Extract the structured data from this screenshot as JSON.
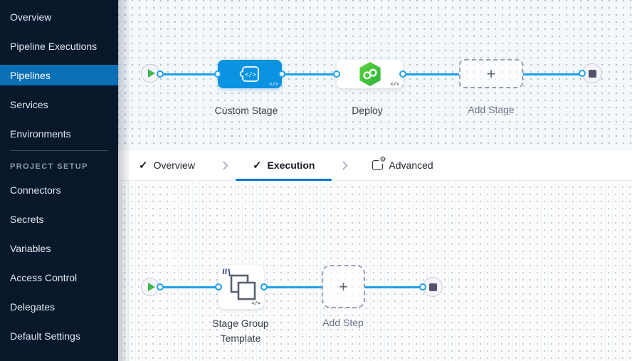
{
  "sidebar": {
    "items": [
      {
        "label": "Overview",
        "active": false
      },
      {
        "label": "Pipeline Executions",
        "active": false
      },
      {
        "label": "Pipelines",
        "active": true
      },
      {
        "label": "Services",
        "active": false
      },
      {
        "label": "Environments",
        "active": false
      }
    ],
    "section_label": "PROJECT SETUP",
    "setup_items": [
      {
        "label": "Connectors"
      },
      {
        "label": "Secrets"
      },
      {
        "label": "Variables"
      },
      {
        "label": "Access Control"
      },
      {
        "label": "Delegates"
      },
      {
        "label": "Default Settings"
      }
    ]
  },
  "tabs": {
    "overview": "Overview",
    "execution": "Execution",
    "advanced": "Advanced",
    "active_tab": "Execution"
  },
  "pipeline": {
    "stages": {
      "custom_stage_label": "Custom Stage",
      "deploy_label": "Deploy",
      "add_stage_label": "Add Stage"
    },
    "execution": {
      "stage_group_label": "Stage Group Template",
      "add_step_label": "Add Step"
    },
    "code_badge": "</>",
    "plus": "+"
  },
  "colors": {
    "accent": "#0278d5",
    "connector_line": "#1da1e9",
    "custom_stage_blue": "#0a93e1",
    "deploy_green": "#42c13e",
    "play_green": "#3eba4e",
    "sidebar_bg": "#07182b",
    "sidebar_active_bg": "#0b6fb5"
  }
}
